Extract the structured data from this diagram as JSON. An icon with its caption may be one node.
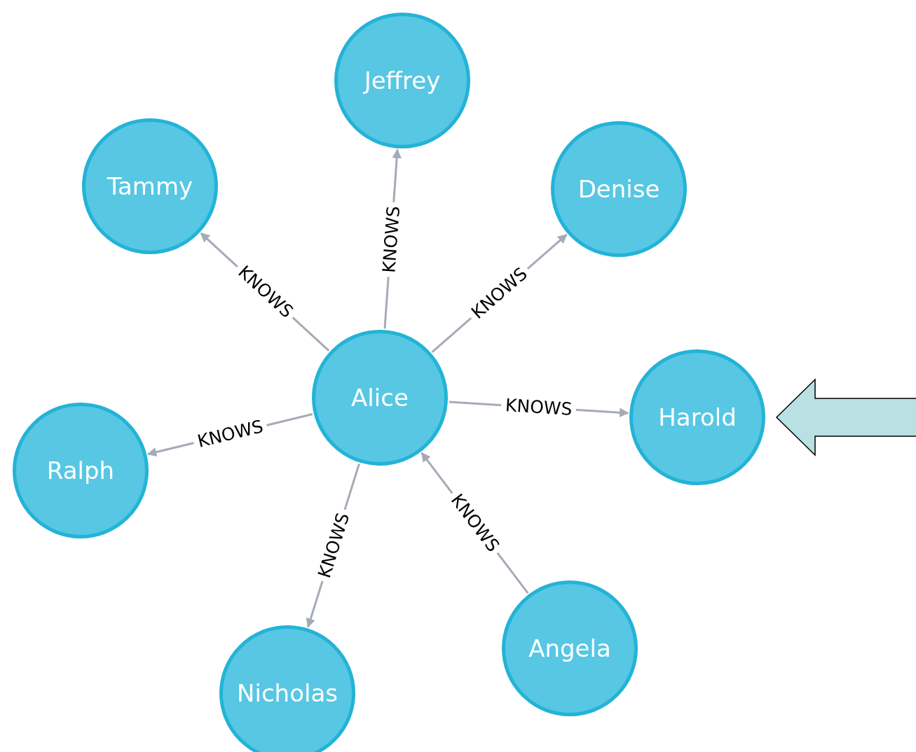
{
  "diagram": {
    "nodes": [
      {
        "text": [
          "Jeffrey"
        ]
      },
      {
        "text": [
          "Tammy"
        ]
      },
      {
        "text": [
          "Denise"
        ]
      },
      {
        "text": [
          "Alice"
        ]
      },
      {
        "text": [
          "Harold"
        ]
      },
      {
        "text": [
          "Ralph"
        ]
      },
      {
        "text": [
          "Angela"
        ]
      },
      {
        "text": [
          "Nicholas"
        ]
      }
    ],
    "edges": [
      {
        "from": 3,
        "to": 0,
        "arrow": "to",
        "label": "KNOWS"
      },
      {
        "from": 3,
        "to": 1,
        "arrow": "to",
        "label": "KNOWS"
      },
      {
        "from": 3,
        "to": 2,
        "arrow": "to",
        "label": "KNOWS"
      },
      {
        "from": 3,
        "to": 4,
        "arrow": "to",
        "label": "KNOWS"
      },
      {
        "from": 3,
        "to": 5,
        "arrow": "to",
        "label": "KNOWS"
      },
      {
        "from": 3,
        "to": 7,
        "arrow": "to",
        "label": "KNOWS"
      },
      {
        "from": 6,
        "to": 3,
        "arrow": "to",
        "label": "KNOWS"
      },
      {
        "from": null,
        "to": 4,
        "arrow": "to",
        "style": "thick",
        "color": "#b9e0e3"
      }
    ]
  }
}
